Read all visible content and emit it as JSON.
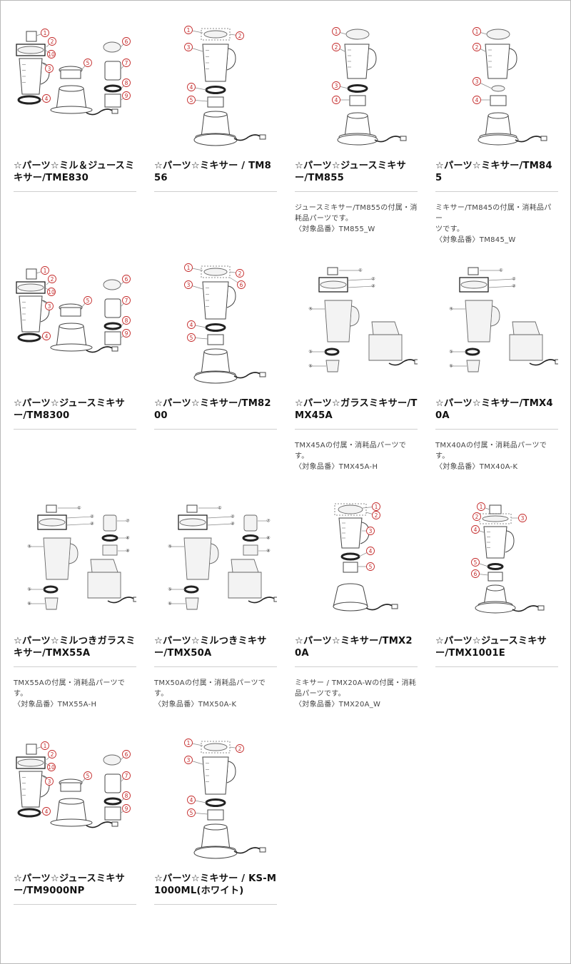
{
  "products": [
    {
      "title": "☆パーツ☆ミル＆ジュースミキサー/TME830",
      "desc": []
    },
    {
      "title": "☆パーツ☆ミキサー / TM856",
      "desc": []
    },
    {
      "title": "☆パーツ☆ジュースミキサー/TM855",
      "desc": [
        "ジュースミキサー/TM855の付属・消",
        "耗品パーツです。",
        "〈対象品番〉TM855_W"
      ]
    },
    {
      "title": "☆パーツ☆ミキサー/TM845",
      "desc": [
        "ミキサー/TM845の付属・消耗品パー",
        "ツです。",
        "〈対象品番〉TM845_W"
      ]
    },
    {
      "title": "☆パーツ☆ジュースミキサー/TM8300",
      "desc": []
    },
    {
      "title": "☆パーツ☆ミキサー/TM8200",
      "desc": []
    },
    {
      "title": "☆パーツ☆ガラスミキサー/TMX45A",
      "desc": [
        "TMX45Aの付属・消耗品パーツで",
        "す。",
        "〈対象品番〉TMX45A-H"
      ]
    },
    {
      "title": "☆パーツ☆ミキサー/TMX40A",
      "desc": [
        "TMX40Aの付属・消耗品パーツで",
        "す。",
        "〈対象品番〉TMX40A-K"
      ]
    },
    {
      "title": "☆パーツ☆ミルつきガラスミキサー/TMX55A",
      "desc": [
        "TMX55Aの付属・消耗品パーツで",
        "す。",
        "〈対象品番〉TMX55A-H"
      ]
    },
    {
      "title": "☆パーツ☆ミルつきミキサー/TMX50A",
      "desc": [
        "TMX50Aの付属・消耗品パーツで",
        "す。",
        "〈対象品番〉TMX50A-K"
      ]
    },
    {
      "title": "☆パーツ☆ミキサー/TMX20A",
      "desc": [
        "ミキサー / TMX20A-Wの付属・消耗",
        "品パーツです。",
        "〈対象品番〉TMX20A_W"
      ]
    },
    {
      "title": "☆パーツ☆ジュースミキサー/TMX1001E",
      "desc": []
    },
    {
      "title": "☆パーツ☆ジュースミキサー/TM9000NP",
      "desc": []
    },
    {
      "title": "☆パーツ☆ミキサー / KS-M1000ML(ホワイト)",
      "desc": []
    }
  ],
  "diagram_numbers": {
    "mill_set": [
      "1",
      "2",
      "10",
      "3",
      "4",
      "5",
      "6",
      "7",
      "8",
      "9"
    ],
    "tall_vertical": [
      "1",
      "2",
      "3",
      "4",
      "5"
    ],
    "vertical_4": [
      "1",
      "2",
      "3",
      "4"
    ],
    "tall_with_6": [
      "1",
      "2",
      "3",
      "4",
      "5",
      "6"
    ],
    "glass_set": [
      "①",
      "②",
      "③",
      "④",
      "⑤",
      "⑥"
    ],
    "glass_mill_set": [
      "①",
      "②",
      "③",
      "④",
      "⑤",
      "⑥",
      "⑦",
      "⑧",
      "⑨"
    ]
  }
}
